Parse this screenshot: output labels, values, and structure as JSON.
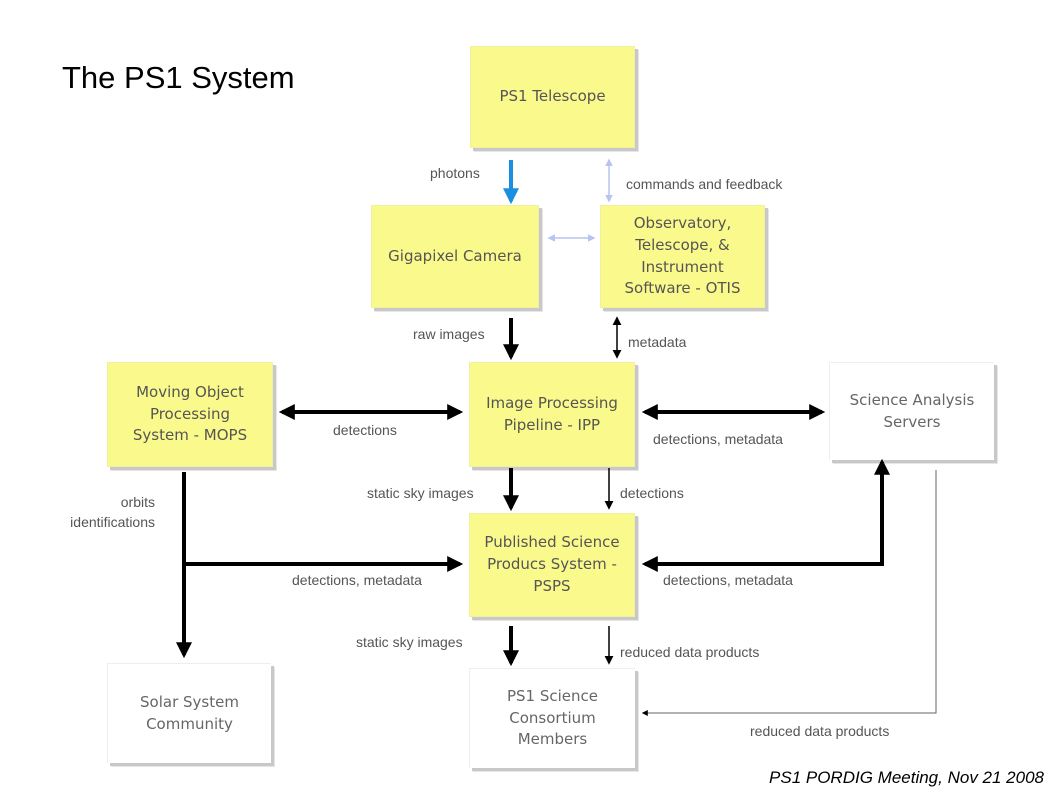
{
  "title": "The PS1 System",
  "footer": "PS1 PORDIG Meeting, Nov 21  2008",
  "boxes": {
    "telescope": "PS1 Telescope",
    "camera": "Gigapixel Camera",
    "otis": "Observatory, Telescope, & Instrument Software - OTIS",
    "mops": "Moving Object Processing System - MOPS",
    "ipp": "Image Processing Pipeline - IPP",
    "science_servers": "Science Analysis Servers",
    "psps": "Published Science Producs System - PSPS",
    "solar_system": "Solar System Community",
    "consortium": "PS1 Science Consortium Members"
  },
  "labels": {
    "photons": "photons",
    "commands_feedback": "commands  and  feedback",
    "raw_images": "raw  images",
    "metadata": "metadata",
    "mops_ipp_detections": "detections",
    "ipp_servers": "detections,  metadata",
    "static_sky_1": "static sky  images",
    "detections_ipp_psps": "detections",
    "orbits": "orbits",
    "identifications": "identifications",
    "mops_psps": "detections,  metadata",
    "servers_psps": "detections,  metadata",
    "static_sky_2": "static sky  images",
    "reduced_1": "reduced  data  products",
    "reduced_2": "reduced  data  products"
  },
  "colors": {
    "box_yellow": "#fafa8c",
    "photon_arrow": "#1a8fe0",
    "command_arrow": "#b8c4f0"
  }
}
